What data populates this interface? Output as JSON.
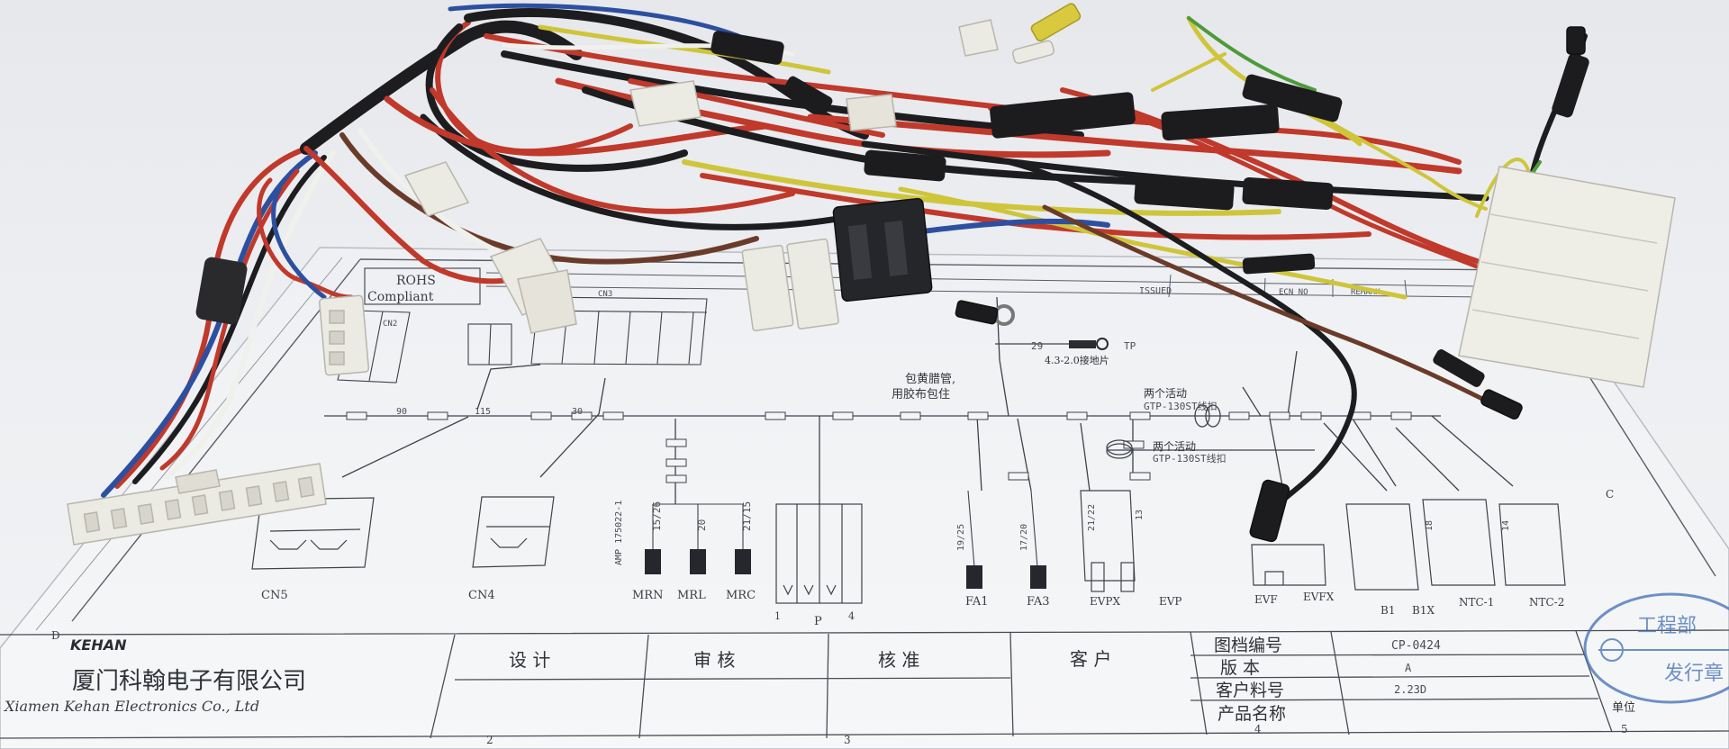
{
  "drawing": {
    "rohs": "ROHS",
    "compliant": "Compliant",
    "issued": "ISSUED",
    "ecn_no": "ECN NO",
    "remark": "REMARK",
    "note_sleeve": "包黄腊管,",
    "note_tape": "用胶布包住",
    "note_ring_a": "两个活动",
    "note_ring_a2": "GTP-130ST线扣",
    "note_ring_b": "两个活动",
    "note_ring_b2": "GTP-130ST线扣",
    "note_lug": "4.3-2.0接地片",
    "lug_num": "29",
    "lug_tp": "TP",
    "len_90": "90",
    "len_115": "115",
    "len_30": "30",
    "labels": {
      "cn5": "CN5",
      "cn4": "CN4",
      "cn2": "CN2",
      "cn3": "CN3",
      "mrn": "MRN",
      "mrl": "MRL",
      "mrc": "MRC",
      "p": "P",
      "fa1": "FA1",
      "fa3": "FA3",
      "evpx": "EVPX",
      "evp": "EVP",
      "evf": "EVF",
      "evfx": "EVFX",
      "b1": "B1",
      "b1x": "B1X",
      "ntc1": "NTC-1",
      "ntc2": "NTC-2"
    },
    "part_amp": "AMP 175022-1",
    "wire_15_26": "15/26",
    "wire_20": "20",
    "wire_21_15": "21/15",
    "wire_19_25": "19/25",
    "wire_17_20": "17/20",
    "wire_21_22": "21/22",
    "wire_13": "13",
    "wire_18": "18",
    "wire_14": "14",
    "p_pins": [
      "1",
      "4"
    ],
    "title_block": {
      "logo": "KEHAN",
      "company_cn": "厦门科翰电子有限公司",
      "company_en": "Xiamen Kehan Electronics Co., Ltd",
      "design": "设 计",
      "review": "审 核",
      "approve": "核 准",
      "customer": "客 户",
      "doc_no_label": "图档编号",
      "doc_no": "CP-0424",
      "version_label": "版  本",
      "version": "A",
      "cust_part_label": "客户料号",
      "cust_part": "2.23D",
      "product_label": "产品名称",
      "stamp_line1": "工程部",
      "stamp_line2": "发行章",
      "unit_label": "单位"
    },
    "zone_letters": [
      "C",
      "D"
    ],
    "zone_numbers": [
      "2",
      "3",
      "4",
      "5"
    ]
  },
  "colors": {
    "background": "#e9ebee",
    "paper": "#f4f5f7",
    "ink": "#3a3d44",
    "wire_red": "#c0392b",
    "wire_black": "#1d1d20",
    "wire_blue": "#2d4fa0",
    "wire_brown": "#6b3b2a",
    "wire_yellow": "#cfc53a",
    "wire_green": "#4e9a3a",
    "wire_white": "#f0f0ec",
    "connector": "#ecebe3",
    "stamp_blue": "#3f6fb5"
  }
}
